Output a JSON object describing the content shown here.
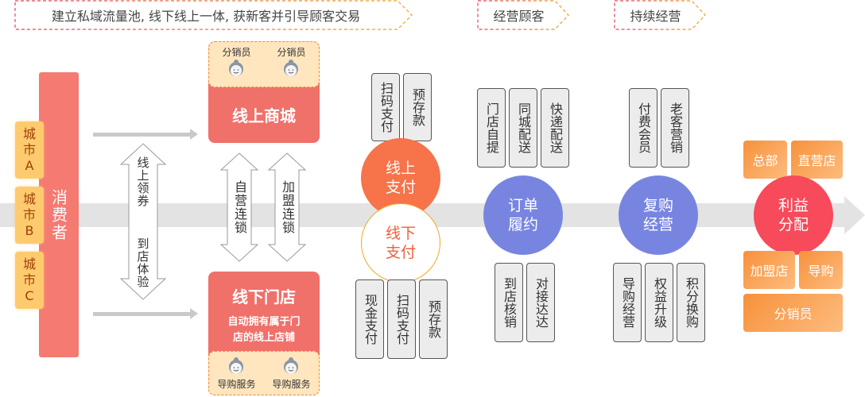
{
  "stage_tags": [
    {
      "label": "建立私域流量池, 线下线上一体, 获新客并引导顾客交易"
    },
    {
      "label": "经营顾客"
    },
    {
      "label": "持续经营"
    }
  ],
  "consumer": {
    "label": "消费者",
    "cities": [
      {
        "line1": "城",
        "line2": "市",
        "line3": "A"
      },
      {
        "line1": "城",
        "line2": "市",
        "line3": "B"
      },
      {
        "line1": "城",
        "line2": "市",
        "line3": "C"
      }
    ]
  },
  "coupon_arrow": {
    "label": "线上领券  到店体验"
  },
  "online_mall": {
    "title": "线上商城",
    "staff": [
      {
        "label": "分销员"
      },
      {
        "label": "分销员"
      }
    ]
  },
  "chain_arrows": [
    {
      "label": "自营连锁"
    },
    {
      "label": "加盟连锁"
    }
  ],
  "offline_store": {
    "title": "线下门店",
    "subtitle_line1": "自动拥有属于门",
    "subtitle_line2": "店的线上店铺",
    "staff": [
      {
        "label": "导购服务"
      },
      {
        "label": "导购服务"
      }
    ]
  },
  "payment": {
    "online": {
      "line1": "线上",
      "line2": "支付"
    },
    "offline": {
      "line1": "线下",
      "line2": "支付"
    },
    "online_methods": [
      {
        "label": "扫码支付"
      },
      {
        "label": "预存款"
      }
    ],
    "offline_methods": [
      {
        "label": "现金支付"
      },
      {
        "label": "扫码支付"
      },
      {
        "label": "预存款"
      }
    ]
  },
  "fulfillment": {
    "circle": {
      "line1": "订单",
      "line2": "履约"
    },
    "top_methods": [
      {
        "label": "门店自提"
      },
      {
        "label": "同城配送"
      },
      {
        "label": "快递配送"
      }
    ],
    "bottom_methods": [
      {
        "label": "到店核销"
      },
      {
        "label": "对接达达"
      }
    ]
  },
  "repurchase": {
    "circle": {
      "line1": "复购",
      "line2": "经营"
    },
    "top_methods": [
      {
        "label": "付费会员"
      },
      {
        "label": "老客营销"
      }
    ],
    "bottom_methods": [
      {
        "label": "导购经营"
      },
      {
        "label": "权益升级"
      },
      {
        "label": "积分换购"
      }
    ]
  },
  "profit": {
    "circle": {
      "line1": "利益",
      "line2": "分配"
    },
    "parties": [
      {
        "label": "总部"
      },
      {
        "label": "直营店"
      },
      {
        "label": "加盟店"
      },
      {
        "label": "导购"
      },
      {
        "label": "分销员"
      }
    ]
  },
  "colors": {
    "consumer": "#f47a72",
    "city": "#fdcb6e",
    "store_card": "#f0706a",
    "online_pay": "#f7734a",
    "offline_pay_border": "#f5a623",
    "purple_circle": "#7885e0",
    "profit_circle": "#f74a5a",
    "orange_box": "#f7913b"
  }
}
